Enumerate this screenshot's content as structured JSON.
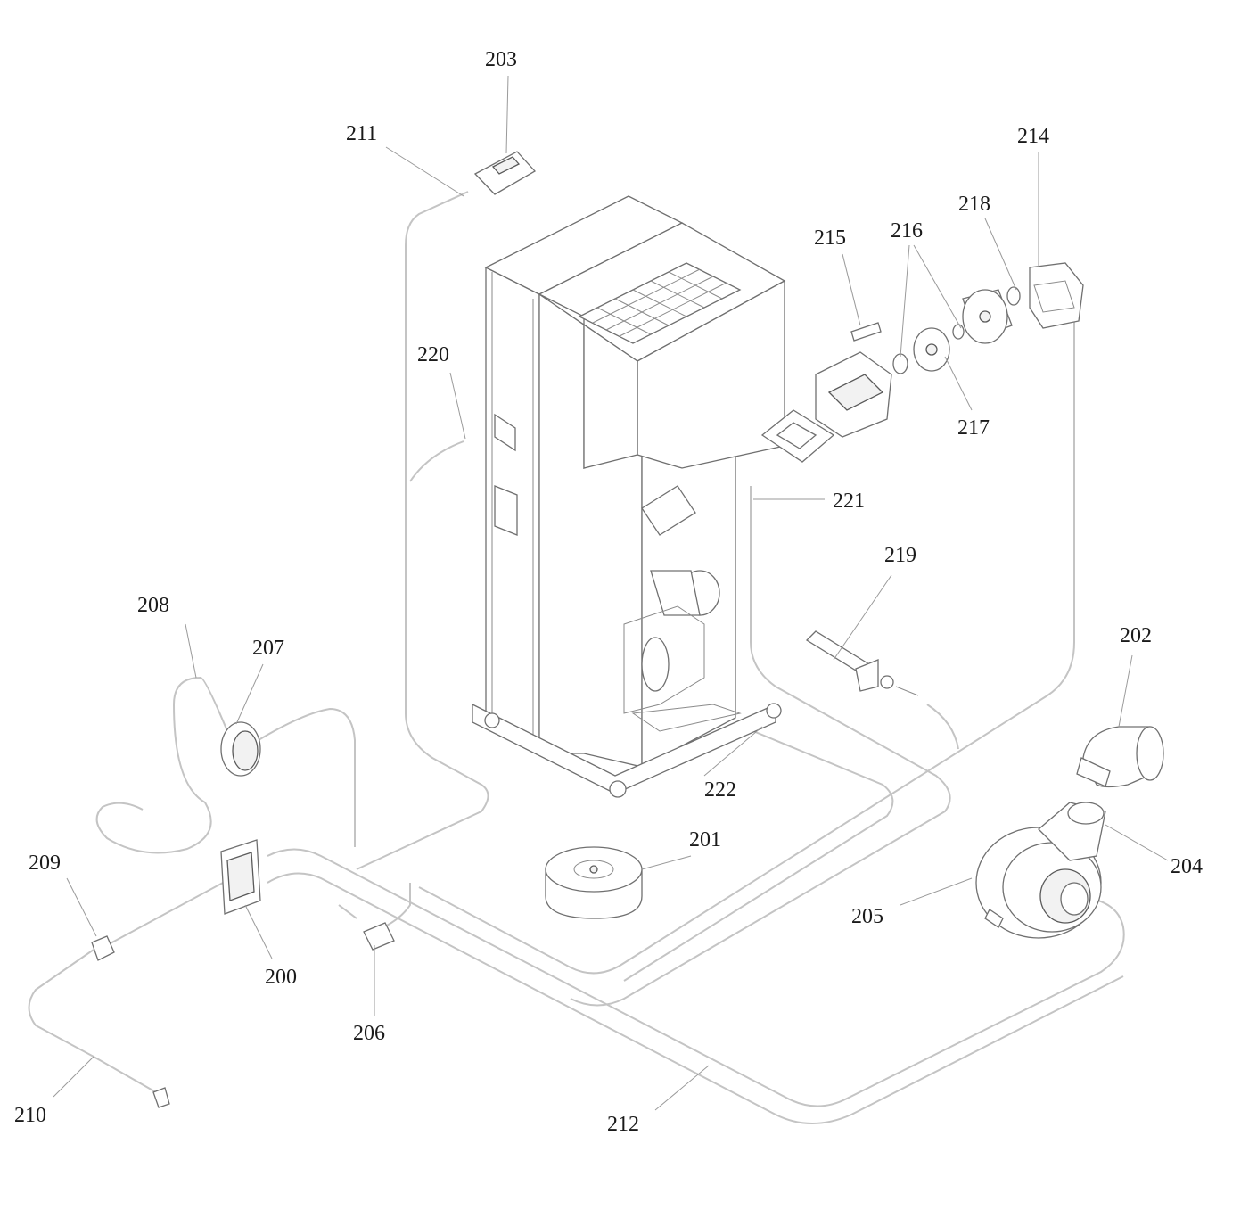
{
  "colors": {
    "line": "#707070",
    "cable": "#c4c4c4",
    "text": "#1a1a1a",
    "background": "#ffffff"
  },
  "callouts": {
    "c200": "200",
    "c201": "201",
    "c202": "202",
    "c203": "203",
    "c204": "204",
    "c205": "205",
    "c206": "206",
    "c207": "207",
    "c208": "208",
    "c209": "209",
    "c210": "210",
    "c211": "211",
    "c212": "212",
    "c214": "214",
    "c215": "215",
    "c216": "216",
    "c217": "217",
    "c218": "218",
    "c219": "219",
    "c220": "220",
    "c221": "221",
    "c222": "222"
  }
}
